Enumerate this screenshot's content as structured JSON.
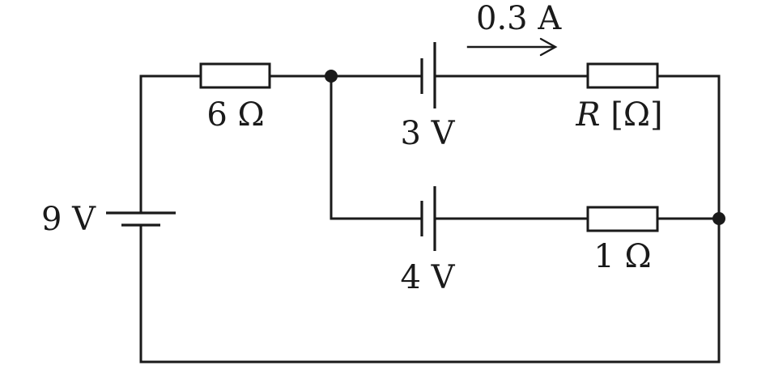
{
  "components": {
    "left_battery": {
      "label": "9 V"
    },
    "resistor_top_left": {
      "label": "6 Ω"
    },
    "battery_top": {
      "label": "3 V"
    },
    "resistor_top_right": {
      "symbol": "R",
      "unit": "[Ω]"
    },
    "battery_middle": {
      "label": "4 V"
    },
    "resistor_middle": {
      "label": "1 Ω"
    }
  },
  "current": {
    "label": "0.3 A",
    "direction": "right"
  },
  "colors": {
    "ink": "#1a1a1a",
    "background": "#ffffff"
  }
}
